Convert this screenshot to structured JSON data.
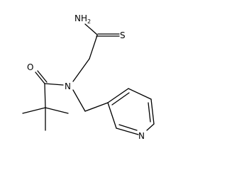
{
  "molecule": {
    "atoms": {
      "amine_n": "NH",
      "amine_h_count": "2",
      "thione_s": "S",
      "carbonyl_o": "O",
      "amide_n": "N",
      "pyridine_n": "N"
    }
  }
}
